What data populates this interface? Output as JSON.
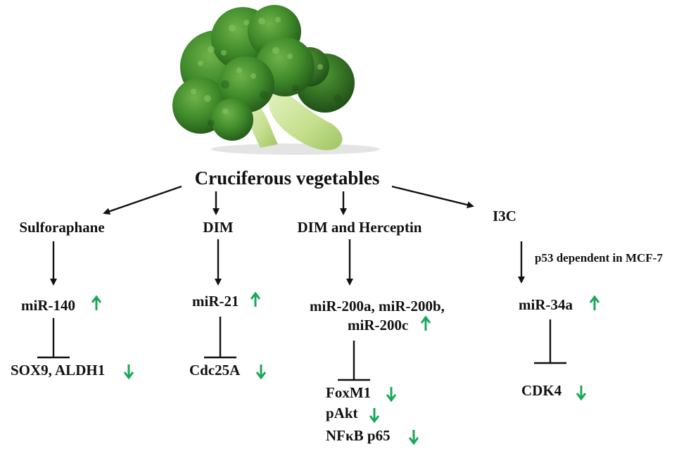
{
  "diagram": {
    "root": "Cruciferous vegetables",
    "compounds": [
      "Sulforaphane",
      "DIM",
      "DIM and Herceptin",
      "I3C"
    ],
    "note": "p53 dependent in MCF-7",
    "mirnas": {
      "sulforaphane": "miR-140",
      "dim": "miR-21",
      "dim_herceptin_line1": "miR-200a, miR-200b,",
      "dim_herceptin_line2": "miR-200c",
      "i3c": "miR-34a"
    },
    "targets": {
      "sulforaphane": "SOX9, ALDH1",
      "dim": "Cdc25A",
      "dim_herceptin": [
        "FoxM1",
        "pAkt",
        "NFκB p65"
      ],
      "i3c": "CDK4"
    }
  },
  "colors": {
    "up_arrow": "#1aa85a",
    "down_arrow": "#1aa85a",
    "line": "#111111",
    "broccoli_head": "#3f8a2a",
    "broccoli_stem": "#c9e39a"
  },
  "icons": {
    "up": "green-up-arrow-icon",
    "down": "green-down-arrow-icon",
    "photo": "broccoli-image"
  }
}
